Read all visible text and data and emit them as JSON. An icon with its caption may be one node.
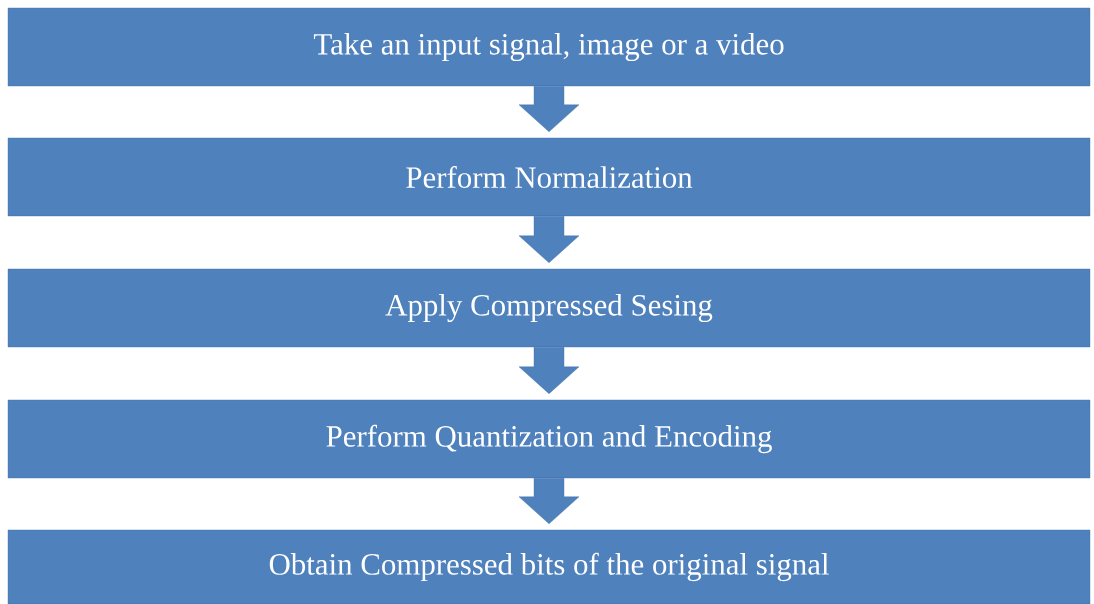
{
  "diagram": {
    "nodes": [
      {
        "text": [
          "Take an input signal, image or a video"
        ]
      },
      {
        "text": [
          "Perform Normalization"
        ]
      },
      {
        "text": [
          "Apply Compressed Sesing"
        ]
      },
      {
        "text": [
          "Perform Quantization and Encoding"
        ]
      },
      {
        "text": [
          "Obtain Compressed bits of the original signal"
        ]
      }
    ],
    "edges": [
      {
        "from": 0,
        "to": 1,
        "arrow": "to"
      },
      {
        "from": 1,
        "to": 2,
        "arrow": "to"
      },
      {
        "from": 2,
        "to": 3,
        "arrow": "to"
      },
      {
        "from": 3,
        "to": 4,
        "arrow": "to"
      }
    ]
  }
}
